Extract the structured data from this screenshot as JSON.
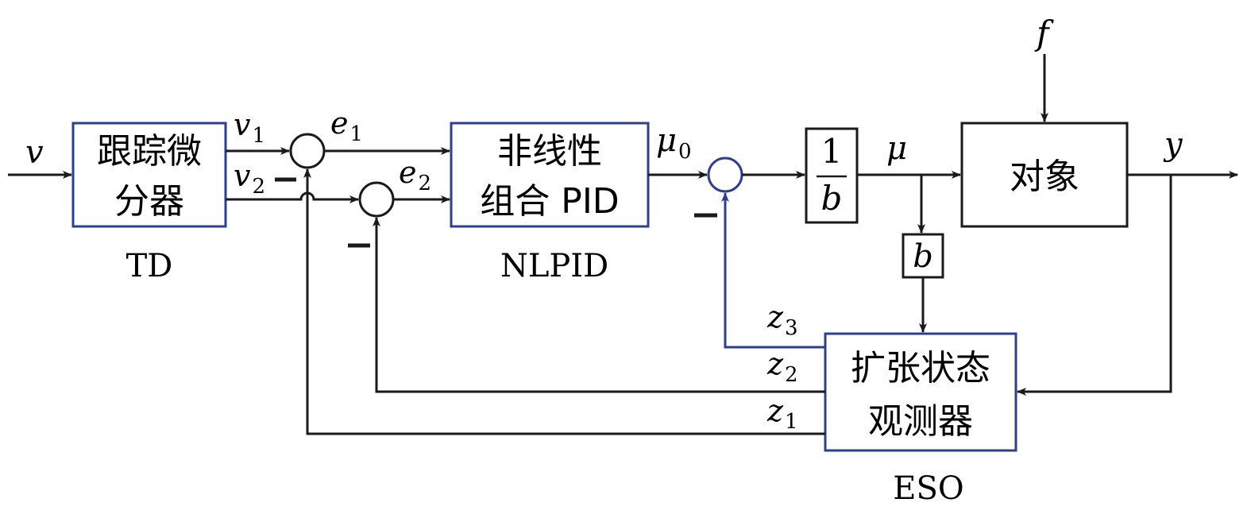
{
  "colors": {
    "line": "#1a1a1a",
    "block_border_blue": "#2e3f8f",
    "feedback_blue": "#2e3f8f",
    "background": "#ffffff"
  },
  "blocks": {
    "td": {
      "line1": "跟踪微",
      "line2": "分器",
      "caption": "TD"
    },
    "nlpid": {
      "line1": "非线性",
      "line2": "组合 PID",
      "caption": "NLPID"
    },
    "gain_inv": {
      "numerator": "1",
      "denominator": "b"
    },
    "gain_b": {
      "label": "b"
    },
    "plant": {
      "label": "对象"
    },
    "eso": {
      "line1": "扩张状态",
      "line2": "观测器",
      "caption": "ESO"
    }
  },
  "signals": {
    "v": "v",
    "v1": {
      "base": "v",
      "sub": "1"
    },
    "v2": {
      "base": "v",
      "sub": "2"
    },
    "e1": {
      "base": "e",
      "sub": "1"
    },
    "e2": {
      "base": "e",
      "sub": "2"
    },
    "mu0": {
      "base": "μ",
      "sub": "0"
    },
    "mu": "μ",
    "f": "f",
    "y": "y",
    "z1": {
      "base": "z",
      "sub": "1"
    },
    "z2": {
      "base": "z",
      "sub": "2"
    },
    "z3": {
      "base": "z",
      "sub": "3"
    }
  }
}
